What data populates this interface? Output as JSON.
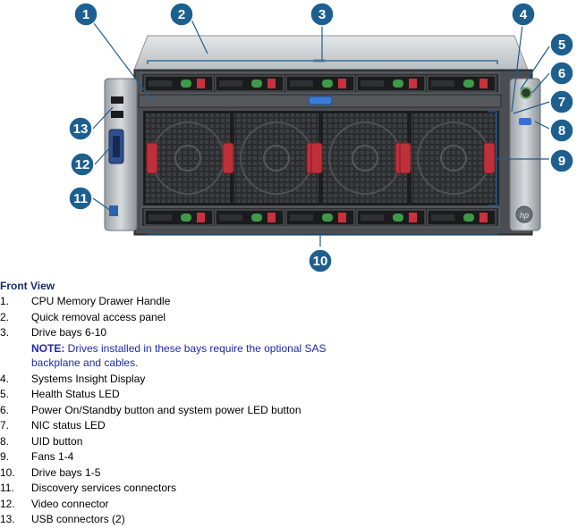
{
  "figure": {
    "callouts": [
      "1",
      "2",
      "3",
      "4",
      "5",
      "6",
      "7",
      "8",
      "9",
      "10",
      "11",
      "12",
      "13"
    ],
    "colors": {
      "callout_fill": "#1d5f8f",
      "chassis_silver": "#c8cccf",
      "drive_red": "#c8323c",
      "drive_green": "#3e9a4a",
      "fan_red": "#c0303a",
      "uid_blue": "#3a6fd0"
    }
  },
  "legend": {
    "title": "Front View",
    "items": [
      {
        "num": "1.",
        "label": "CPU Memory Drawer Handle"
      },
      {
        "num": "2.",
        "label": "Quick removal access panel"
      },
      {
        "num": "3.",
        "label": "Drive bays 6-10"
      },
      {
        "num": "4.",
        "label": "Systems Insight Display"
      },
      {
        "num": "5.",
        "label": "Health Status LED"
      },
      {
        "num": "6.",
        "label": "Power On/Standby button and system power LED button"
      },
      {
        "num": "7.",
        "label": "NIC status LED"
      },
      {
        "num": "8.",
        "label": "UID button"
      },
      {
        "num": "9.",
        "label": "Fans 1-4"
      },
      {
        "num": "10.",
        "label": "Drive bays 1-5"
      },
      {
        "num": "11.",
        "label": "Discovery services connectors"
      },
      {
        "num": "12.",
        "label": "Video connector"
      },
      {
        "num": "13.",
        "label": "USB connectors (2)"
      }
    ],
    "note": {
      "prefix": "NOTE:",
      "line1": " Drives installed in these bays require the optional SAS",
      "line2": "backplane and cables."
    }
  }
}
